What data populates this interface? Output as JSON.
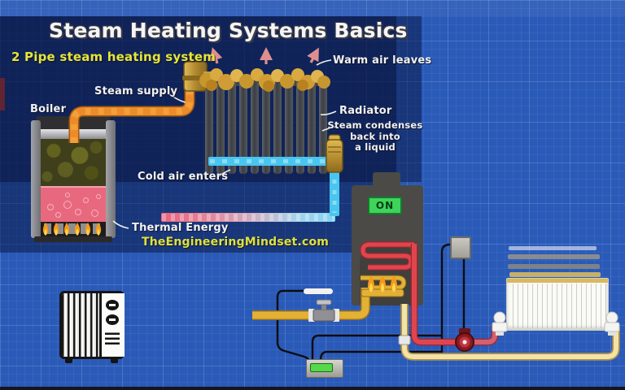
{
  "header": {
    "title": "Steam Heating Systems Basics",
    "subtitle": "2 Pipe steam heating system"
  },
  "diagram_labels": {
    "warm_air": "Warm air leaves",
    "steam_supply": "Steam supply",
    "boiler": "Boiler",
    "radiator": "Radiator",
    "condense": "Steam condenses\nback into\na liquid",
    "cold_air": "Cold air enters",
    "thermal_energy": "Thermal Energy"
  },
  "modern_boiler": {
    "status": "ON"
  },
  "watermark": "TheEngineeringMindset.com",
  "colors": {
    "blueprint_light": "#2a5ab8",
    "blueprint_dark_panel": "#16336e",
    "accent_yellow": "#e6e63a",
    "watermark_yellow": "#dde23c",
    "label_white": "#f2f2f2",
    "steam_pipe_orange": "#ec8b2b",
    "steam_cloud_gold": "#d2a238",
    "condensate_cyan": "#49c6ef",
    "boiler_water_pink": "#e8697e",
    "flame_orange": "#f59a1e",
    "flame_yellow": "#ffd84a",
    "status_on_green": "#3ed45c",
    "flow_pipe_red": "#e0454e",
    "gas_pipe_yellow": "#e2b135",
    "return_pipe_cream": "#f2e3a6",
    "warm_air_arrow_salmon": "#dd8f8f"
  },
  "icons": {
    "warm-air-arrow": "upward salmon arrow",
    "flame": "teardrop flame shape",
    "pump": "red circle with white hub"
  }
}
